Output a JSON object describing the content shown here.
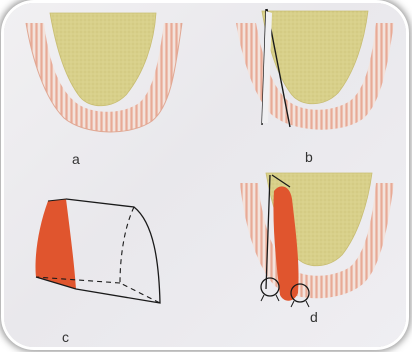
{
  "panels": {
    "a": {
      "label": "a"
    },
    "b": {
      "label": "b"
    },
    "c": {
      "label": "c"
    },
    "d": {
      "label": "d"
    }
  },
  "colors": {
    "background": "#ecebef",
    "bone": "#d8d08a",
    "tissue": "#f3e3dc",
    "rete_pegs": "#e8aa96",
    "graft": "#e0552e",
    "line": "#1a1a1a"
  }
}
